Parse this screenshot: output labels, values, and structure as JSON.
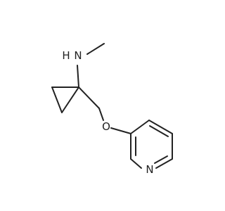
{
  "molecule": {
    "atoms": {
      "amine_n": {
        "label": "N",
        "color": "#222222"
      },
      "amine_h": {
        "label": "H",
        "color": "#222222"
      },
      "ether_o": {
        "label": "O",
        "color": "#222222"
      },
      "pyridine_n": {
        "label": "N",
        "color": "#222222"
      }
    },
    "bond_color": "#222222",
    "background_color": "#ffffff"
  }
}
